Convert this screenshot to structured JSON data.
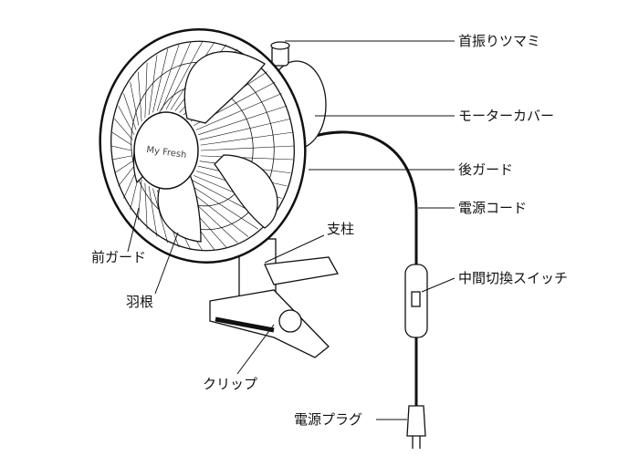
{
  "labels": {
    "swing_knob": "首振りツマミ",
    "motor_cover": "モーターカバー",
    "rear_guard": "後ガード",
    "power_cord": "電源コード",
    "inline_switch": "中間切換スイッチ",
    "front_guard": "前ガード",
    "blades": "羽根",
    "pole": "支柱",
    "clip": "クリップ",
    "power_plug": "電源プラグ"
  },
  "logo": {
    "brand": "My Fresh"
  },
  "colors": {
    "line": "#111111",
    "fill": "#ffffff",
    "shade": "#eeeeee"
  }
}
